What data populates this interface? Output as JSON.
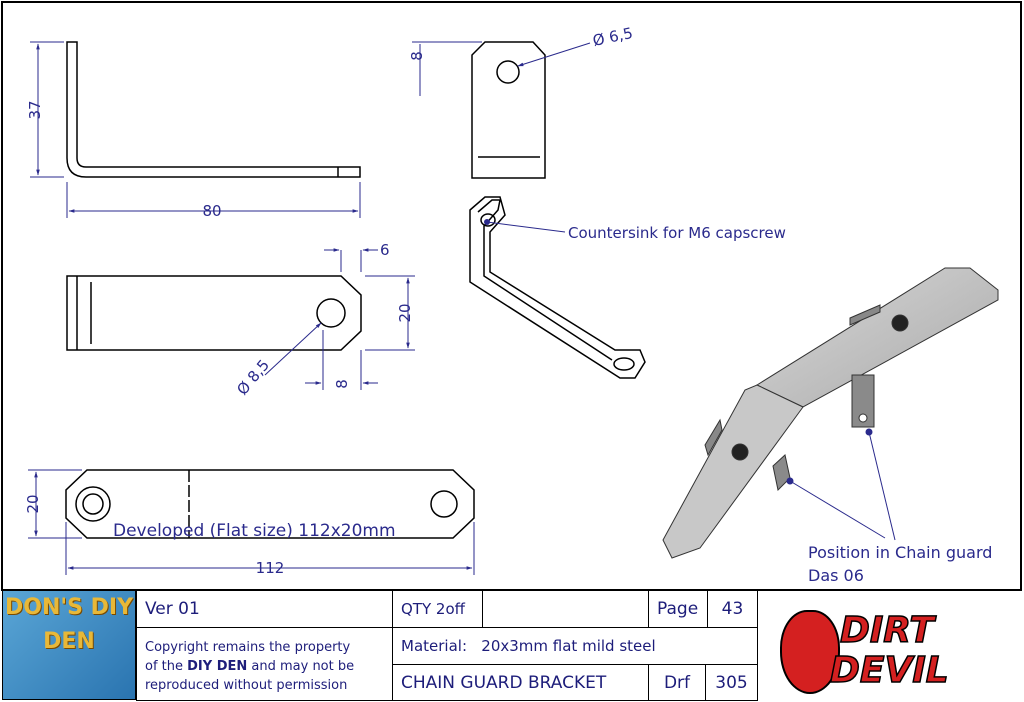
{
  "drawing": {
    "dims": {
      "side_height": "37",
      "side_length": "80",
      "top_offset": "8",
      "top_hole": "Ø 6,5",
      "plan_chamfer": "6",
      "plan_width": "20",
      "plan_hole_offset": "8",
      "plan_hole": "Ø 8,5",
      "flat_width": "20",
      "flat_length": "112"
    },
    "notes": {
      "countersink": "Countersink for M6 capscrew",
      "developed": "Developed (Flat size) 112x20mm",
      "position_line1": "Position in Chain guard",
      "position_line2": "Das 06"
    },
    "colors": {
      "annotation": "#2a2a8c",
      "line": "#000000"
    }
  },
  "title_block": {
    "left_logo": "DON'S DIY DEN",
    "version": "Ver   01",
    "qty": "QTY 2off",
    "page_label": "Page",
    "page_number": "43",
    "copyright_1": "Copyright remains the property",
    "copyright_2a": "of the ",
    "copyright_2b": "DIY DEN",
    "copyright_2c": " and may not be",
    "copyright_3": "reproduced without permission",
    "material": "Material:   20x3mm flat mild steel",
    "part_name": "CHAIN GUARD BRACKET",
    "drf_label": "Drf",
    "drf_number": "305",
    "right_logo_1": "DIRT",
    "right_logo_2": "DEVIL"
  }
}
